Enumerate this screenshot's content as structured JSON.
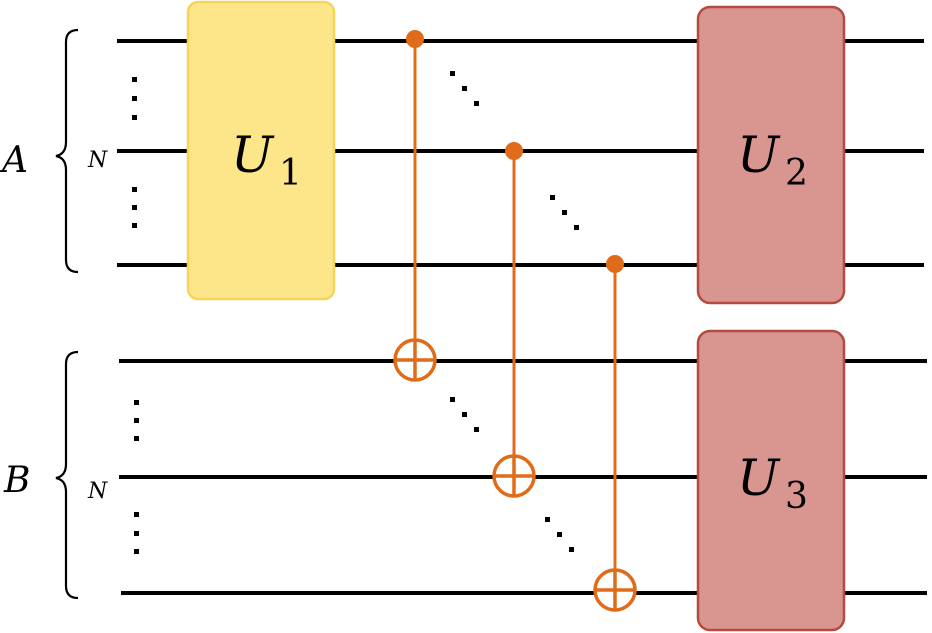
{
  "registers": [
    {
      "label": "A",
      "count_label": "N"
    },
    {
      "label": "B",
      "count_label": "N"
    }
  ],
  "gates": [
    {
      "symbol": "U",
      "subscript": "1",
      "fill": "#fde68a",
      "stroke": "#f5d45c"
    },
    {
      "symbol": "U",
      "subscript": "2",
      "fill": "#d99590",
      "stroke": "#b54a40"
    },
    {
      "symbol": "U",
      "subscript": "3",
      "fill": "#d99590",
      "stroke": "#b54a40"
    }
  ],
  "cnot_color": "#e06c1a"
}
